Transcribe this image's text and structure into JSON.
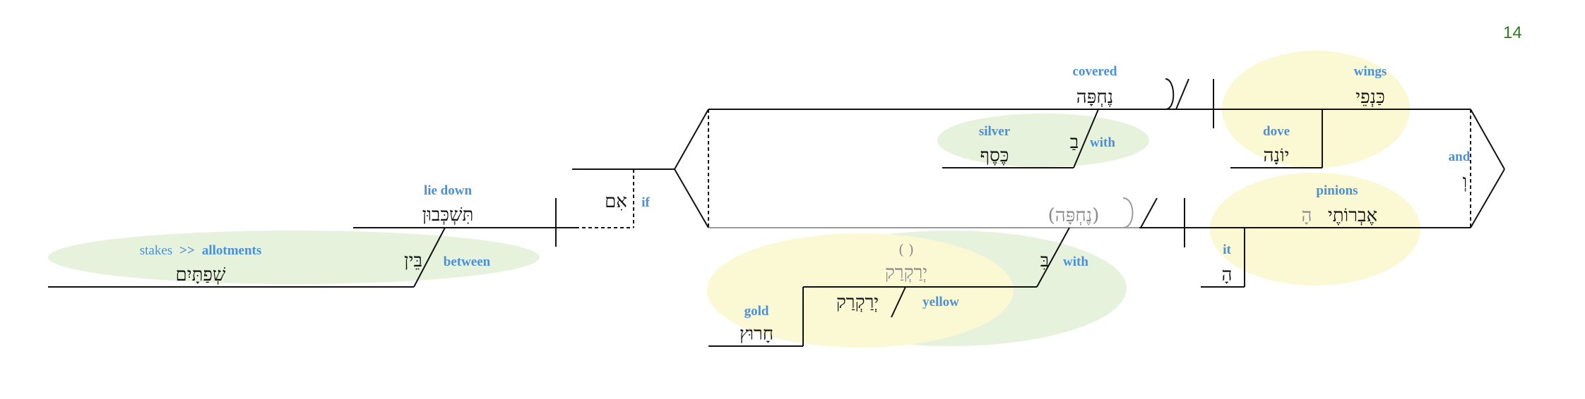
{
  "page_number": "14",
  "colors": {
    "gloss": "#4a90d9",
    "hebrew": "#111111",
    "implied": "#8a8a8a",
    "green_shade": "#e7f2dc",
    "yellow_shade": "#fbf8d4",
    "page_number": "#2e7d1e"
  },
  "words": {
    "nechpah": {
      "hebrew": "נֶחְפָּה",
      "gloss": "covered"
    },
    "kanfei": {
      "hebrew": "כַּנְפֵי",
      "gloss": "wings"
    },
    "yonah": {
      "hebrew": "יוֹנָה",
      "gloss": "dove"
    },
    "bet_upper": {
      "hebrew": "בַ",
      "gloss": "with"
    },
    "kesef": {
      "hebrew": "כֶּסֶף",
      "gloss": "silver"
    },
    "vav": {
      "hebrew": "וְ",
      "gloss": "and"
    },
    "nechpah_implied": {
      "hebrew": "(נֶחְפָּה)"
    },
    "evroteha": {
      "hebrew": "אֶבְרוֹתֶי",
      "suffix": "הָ",
      "gloss": "pinions"
    },
    "ha": {
      "hebrew": "הָ",
      "gloss": "it"
    },
    "bet_lower": {
      "hebrew": "בִּ",
      "gloss": "with"
    },
    "yeraqraq_implied": {
      "hebrew": "יְרַקְרַק",
      "paren": "( )"
    },
    "yeraqraq": {
      "hebrew": "יְרַקְרַק",
      "gloss": "yellow"
    },
    "charutz": {
      "hebrew": "חָרוּץ",
      "gloss": "gold"
    },
    "im": {
      "hebrew": "אִם",
      "gloss": "if"
    },
    "tishkevun": {
      "hebrew": "תִּשְׁכְּבוּן",
      "gloss": "lie down"
    },
    "bein": {
      "hebrew": "בֵּין",
      "gloss": "between"
    },
    "shefattayim": {
      "hebrew": "שְׁפַתָּיִם",
      "gloss_a": "stakes",
      "gloss_sep": ">>",
      "gloss_b": "allotments"
    }
  }
}
